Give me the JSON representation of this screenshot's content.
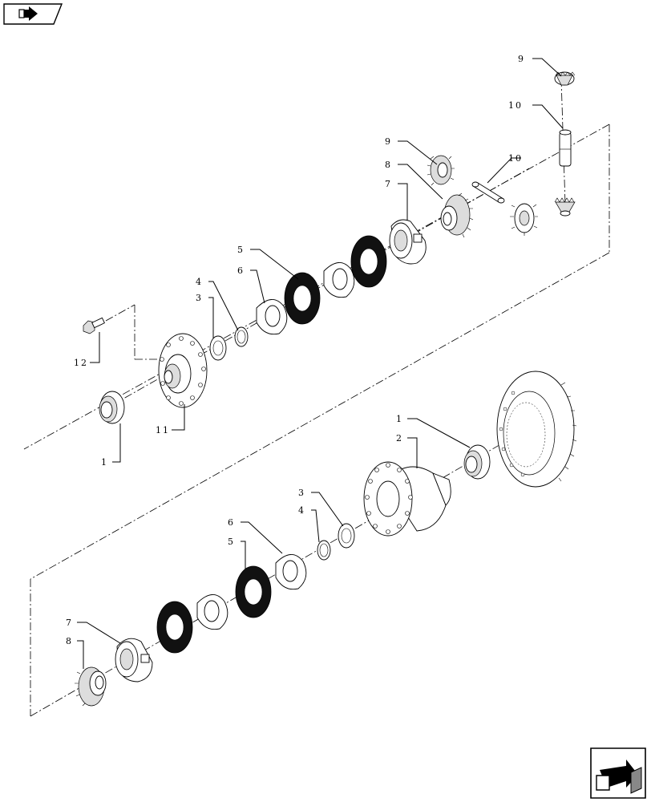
{
  "nav": {
    "top_button_icon": "arrow-right-icon",
    "bottom_button_icon": "arrow-return-icon"
  },
  "callouts": [
    {
      "id": "c9a",
      "text": "9"
    },
    {
      "id": "c10a",
      "text": "10"
    },
    {
      "id": "c9b",
      "text": "9"
    },
    {
      "id": "c10b",
      "text": "10"
    },
    {
      "id": "c8a",
      "text": "8"
    },
    {
      "id": "c7a",
      "text": "7"
    },
    {
      "id": "c5a",
      "text": "5"
    },
    {
      "id": "c6a",
      "text": "6"
    },
    {
      "id": "c4a",
      "text": "4"
    },
    {
      "id": "c3a",
      "text": "3"
    },
    {
      "id": "c12",
      "text": "12"
    },
    {
      "id": "c11",
      "text": "11"
    },
    {
      "id": "c1a",
      "text": "1"
    },
    {
      "id": "c1b",
      "text": "1"
    },
    {
      "id": "c2",
      "text": "2"
    },
    {
      "id": "c3b",
      "text": "3"
    },
    {
      "id": "c4b",
      "text": "4"
    },
    {
      "id": "c6b",
      "text": "6"
    },
    {
      "id": "c5b",
      "text": "5"
    },
    {
      "id": "c7b",
      "text": "7"
    },
    {
      "id": "c8b",
      "text": "8"
    }
  ]
}
